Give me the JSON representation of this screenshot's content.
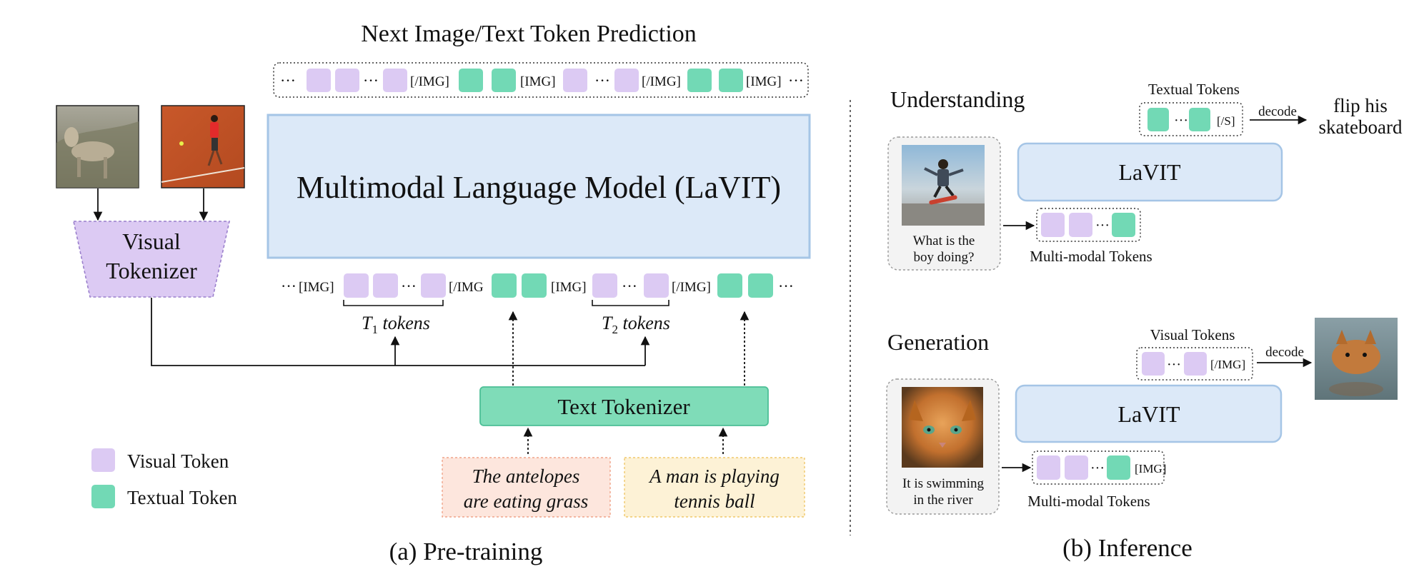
{
  "pretraining": {
    "top_title": "Next Image/Text Token Prediction",
    "top_seq": {
      "ellipsis_a": "···",
      "ellipsis_b": "···",
      "close_img_1": "[/IMG]",
      "open_img_1": "[IMG]",
      "ellipsis_c": "···",
      "close_img_2": "[/IMG]",
      "open_img_2": "[IMG]",
      "ellipsis_d": "···"
    },
    "model_label": "Multimodal Language Model (LaVIT)",
    "visual_tokenizer": [
      "Visual",
      "Tokenizer"
    ],
    "image_1_desc": "antelope grazing on grassy hillside",
    "image_2_desc": "tennis player on clay court",
    "bottom_seq": {
      "ellipsis_a": "···",
      "open_img_1": "[IMG]",
      "ellipsis_b": "···",
      "close_img_1": "[/IMG",
      "open_img_2": "[IMG]",
      "ellipsis_c": "···",
      "close_img_2": "[/IMG]",
      "ellipsis_d": "···"
    },
    "t1": {
      "T": "T",
      "sub": "1",
      "word": "tokens"
    },
    "t2": {
      "T": "T",
      "sub": "2",
      "word": "tokens"
    },
    "text_tokenizer": "Text Tokenizer",
    "caption_1": [
      "The antelopes",
      "are eating grass"
    ],
    "caption_2": [
      "A man is playing",
      "tennis ball"
    ],
    "legend": {
      "visual": "Visual Token",
      "textual": "Textual Token"
    },
    "caption": "(a) Pre-training"
  },
  "inference": {
    "understanding": {
      "title": "Understanding",
      "photo_desc": "boy doing a skateboard trick",
      "question": [
        "What is the",
        "boy doing?"
      ],
      "model_label": "LaVIT",
      "input_ellipsis": "···",
      "input_label": "Multi-modal Tokens",
      "output_label": "Textual Tokens",
      "output_ellipsis": "···",
      "output_end": "[/S]",
      "decode": "decode",
      "answer": [
        "flip his",
        "skateboard"
      ]
    },
    "generation": {
      "title": "Generation",
      "photo_desc": "orange long-haired cat",
      "prompt": [
        "It is swimming",
        "in the river"
      ],
      "model_label": "LaVIT",
      "input_ellipsis": "···",
      "input_end": "[IMG]",
      "input_label": "Multi-modal Tokens",
      "output_label": "Visual Tokens",
      "output_ellipsis": "···",
      "output_end": "[/IMG]",
      "decode": "decode",
      "result_desc": "cat swimming in water"
    },
    "caption": "(b) Inference"
  },
  "colors": {
    "visual_token": "#dccaf3",
    "textual_token": "#72d9b5",
    "model_fill": "#dce9f8",
    "model_stroke": "#a5c5e6",
    "text_tokenizer_fill": "#7fdcb8",
    "caption_1_fill": "#fde6dd",
    "caption_2_fill": "#fdf2d6"
  }
}
